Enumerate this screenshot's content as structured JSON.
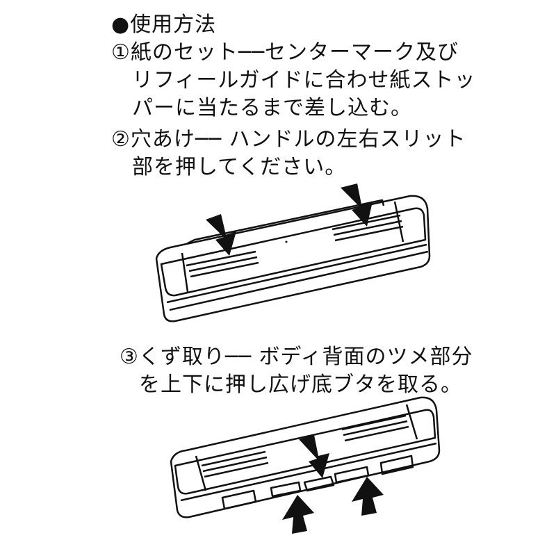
{
  "heading": "●使用方法",
  "steps": [
    {
      "lines": [
        "①紙のセット──センターマーク及び",
        "リフィールガイドに合わせ紙ストッ",
        "パーに当たるまで差し込む。"
      ]
    },
    {
      "lines": [
        "②穴あけ── ハンドルの左右スリット",
        "部を押してください。"
      ]
    },
    {
      "lines": [
        "③くず取り── ボディ背面のツメ部分",
        "を上下に押し広げ底ブタを取る。"
      ]
    }
  ]
}
